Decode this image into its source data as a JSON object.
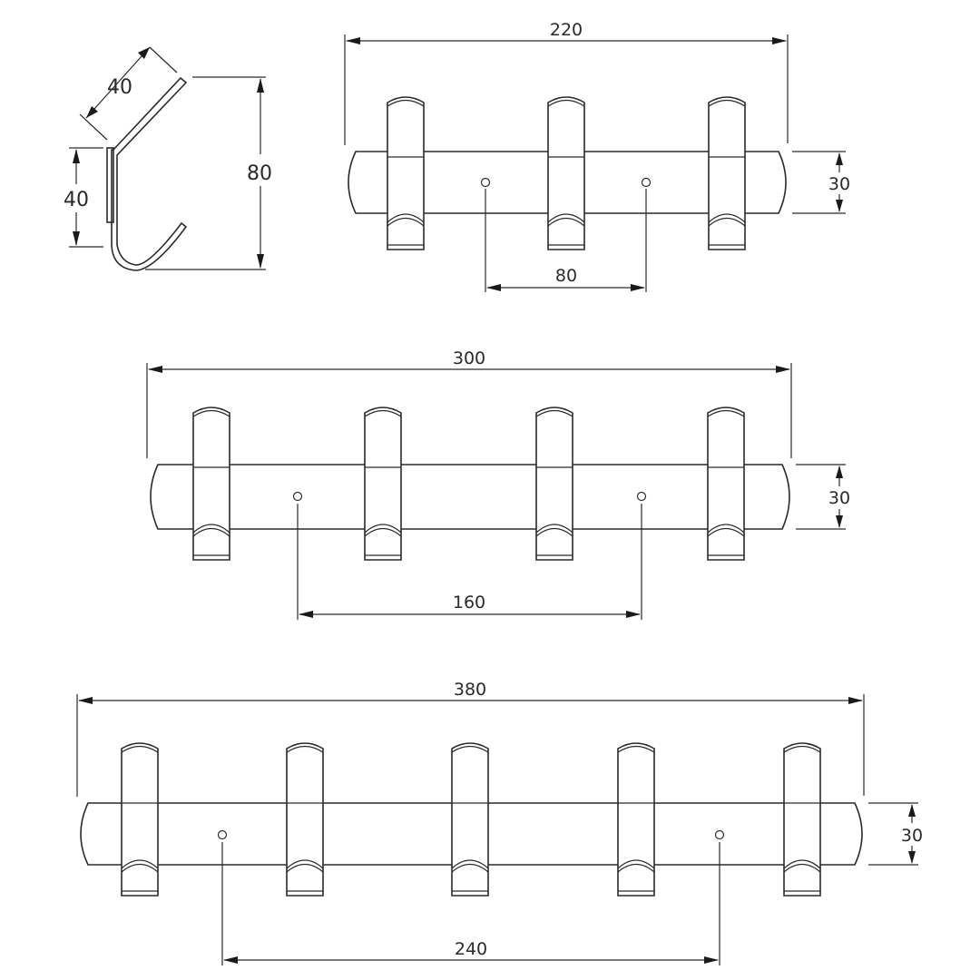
{
  "drawing": {
    "type": "technical-dimension-drawing",
    "subject": "wall-mounted coat hook rack",
    "line_color": "#2a2a2a",
    "background": "#ffffff"
  },
  "side_view": {
    "label": "hook side profile",
    "dimensions": {
      "arm_length": "40",
      "plate_height": "40",
      "total_height": "80"
    }
  },
  "racks": [
    {
      "id": "rack-3-hooks",
      "hook_count": 3,
      "dimensions": {
        "overall_length": "220",
        "hole_spacing": "80",
        "height": "30"
      }
    },
    {
      "id": "rack-4-hooks",
      "hook_count": 4,
      "dimensions": {
        "overall_length": "300",
        "hole_spacing": "160",
        "height": "30"
      }
    },
    {
      "id": "rack-5-hooks",
      "hook_count": 5,
      "dimensions": {
        "overall_length": "380",
        "hole_spacing": "240",
        "height": "30"
      }
    }
  ]
}
